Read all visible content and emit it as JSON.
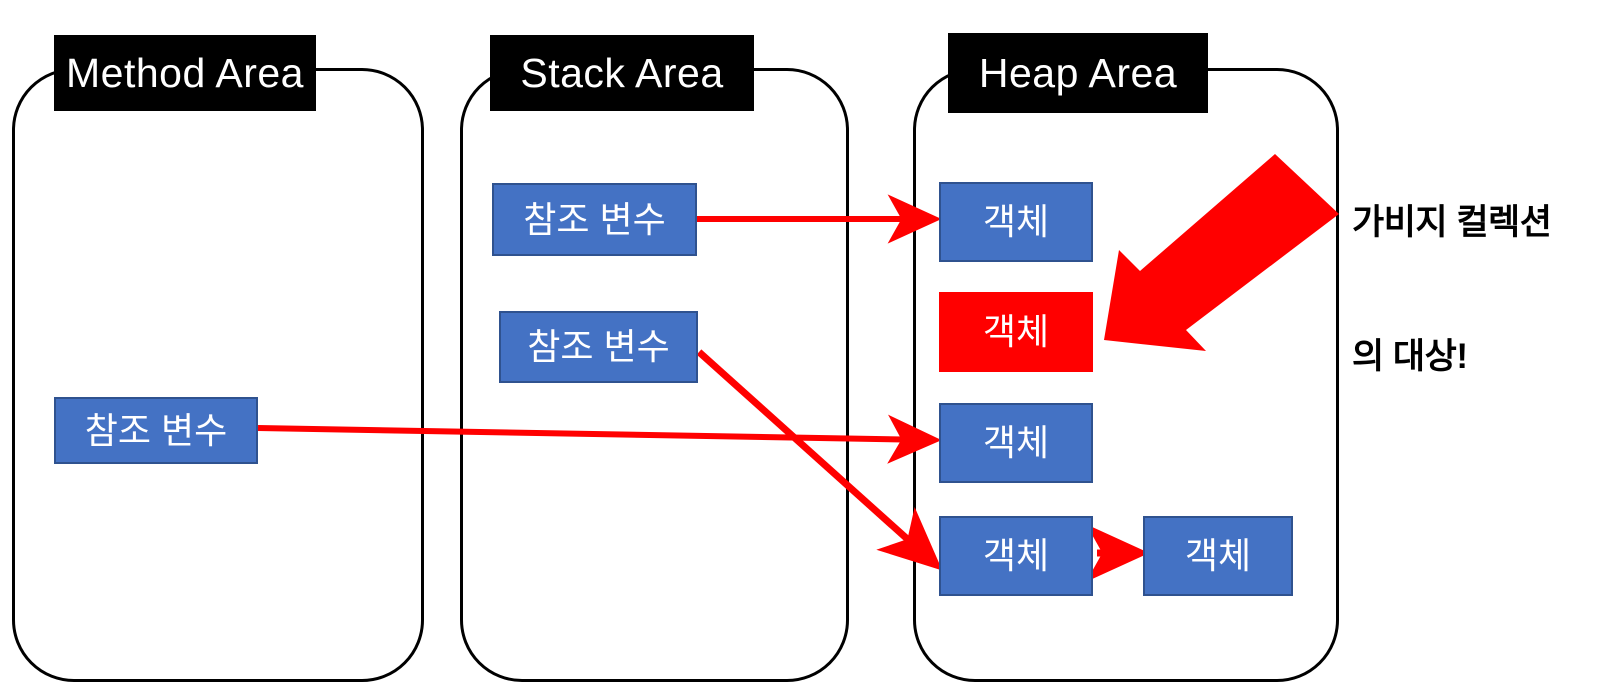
{
  "diagram": {
    "title_note": "JVM memory areas and garbage collection target",
    "background": "#ffffff",
    "colors": {
      "region_border": "#000000",
      "header_bg": "#000000",
      "header_text": "#ffffff",
      "node_blue": "#4472C4",
      "node_blue_border": "#2F528F",
      "node_red": "#FF0000",
      "arrow_red": "#FF0000",
      "callout_text": "#000000"
    }
  },
  "regions": [
    {
      "id": "method-area",
      "label": "Method Area"
    },
    {
      "id": "stack-area",
      "label": "Stack Area"
    },
    {
      "id": "heap-area",
      "label": "Heap Area"
    }
  ],
  "method_area": {
    "nodes": [
      {
        "id": "method-ref-var",
        "label": "참조 변수",
        "color": "blue"
      }
    ]
  },
  "stack_area": {
    "nodes": [
      {
        "id": "stack-ref-var-1",
        "label": "참조 변수",
        "color": "blue"
      },
      {
        "id": "stack-ref-var-2",
        "label": "참조 변수",
        "color": "blue"
      }
    ]
  },
  "heap_area": {
    "nodes": [
      {
        "id": "heap-object-1",
        "label": "객체",
        "color": "blue"
      },
      {
        "id": "heap-object-2",
        "label": "객체",
        "color": "red"
      },
      {
        "id": "heap-object-3",
        "label": "객체",
        "color": "blue"
      },
      {
        "id": "heap-object-4",
        "label": "객체",
        "color": "blue"
      },
      {
        "id": "heap-object-5",
        "label": "객체",
        "color": "blue"
      }
    ]
  },
  "arrows": [
    {
      "id": "arrow-stack1-to-object1",
      "from": "stack-ref-var-1",
      "to": "heap-object-1",
      "color": "#FF0000"
    },
    {
      "id": "arrow-method-to-object3",
      "from": "method-ref-var",
      "to": "heap-object-3",
      "color": "#FF0000"
    },
    {
      "id": "arrow-stack2-to-object4",
      "from": "stack-ref-var-2",
      "to": "heap-object-4",
      "color": "#FF0000"
    },
    {
      "id": "arrow-object4-to-object5",
      "from": "heap-object-4",
      "to": "heap-object-5",
      "color": "#FF0000"
    },
    {
      "id": "arrow-callout-to-object2",
      "from": "gc-callout",
      "to": "heap-object-2",
      "color": "#FF0000"
    }
  ],
  "callout": {
    "id": "gc-callout",
    "line1": "가비지 컬렉션",
    "line2": "의 대상!",
    "text": "가비지 컬렉션의 대상!"
  }
}
